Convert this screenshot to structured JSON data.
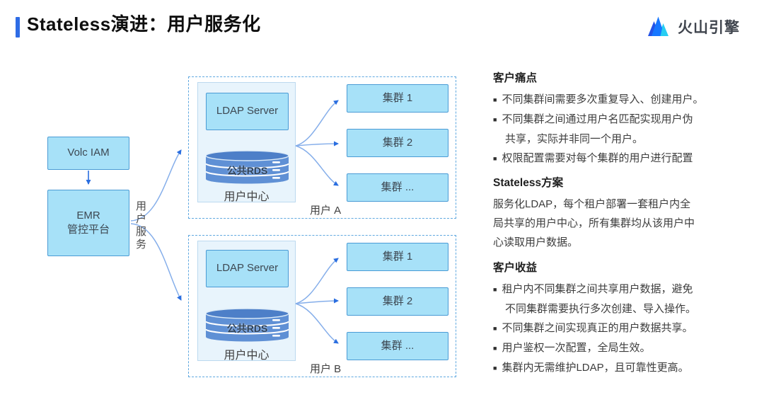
{
  "header": {
    "title": "Stateless演进：用户服务化",
    "brand": "火山引擎"
  },
  "colors": {
    "accent_blue": "#2e6ce5",
    "node_fill": "#a7e1f8",
    "node_border": "#4a9bd5",
    "panel_fill": "#e8f4fc",
    "dashed_border": "#5fa8e0",
    "cylinder_fill": "#5f90d5",
    "arrow_blue": "#2a6ee0",
    "curve_blue": "#85aeea",
    "logo_blue": "#1677ff",
    "logo_cyan": "#27cdf2"
  },
  "diagram": {
    "volc_iam": "Volc IAM",
    "emr_line1": "EMR",
    "emr_line2": "管控平台",
    "user_service_label": "用户服务",
    "containers": [
      {
        "ldap": "LDAP Server",
        "rds": "公共RDS",
        "center_label": "用户中心",
        "user_label": "用户 A",
        "clusters": [
          "集群 1",
          "集群 2",
          "集群 ..."
        ]
      },
      {
        "ldap": "LDAP Server",
        "rds": "公共RDS",
        "center_label": "用户中心",
        "user_label": "用户 B",
        "clusters": [
          "集群 1",
          "集群 2",
          "集群 ..."
        ]
      }
    ]
  },
  "info": {
    "pain": {
      "heading": "客户痛点",
      "b1_l1": "不同集群间需要多次重复导入、创建用户。",
      "b2_l1": "不同集群之间通过用户名匹配实现用户伪",
      "b2_l2": "共享，实际并非同一个用户。",
      "b3_l1": "权限配置需要对每个集群的用户进行配置"
    },
    "plan": {
      "heading": "Stateless方案",
      "p_l1": "服务化LDAP，每个租户部署一套租户内全",
      "p_l2": "局共享的用户中心，所有集群均从该用户中",
      "p_l3": "心读取用户数据。"
    },
    "gain": {
      "heading": "客户收益",
      "b1_l1": "租户内不同集群之间共享用户数据，避免",
      "b1_l2": "不同集群需要执行多次创建、导入操作。",
      "b2_l1": "不同集群之间实现真正的用户数据共享。",
      "b3_l1": "用户鉴权一次配置，全局生效。",
      "b4_l1": "集群内无需维护LDAP，且可靠性更高。"
    }
  }
}
